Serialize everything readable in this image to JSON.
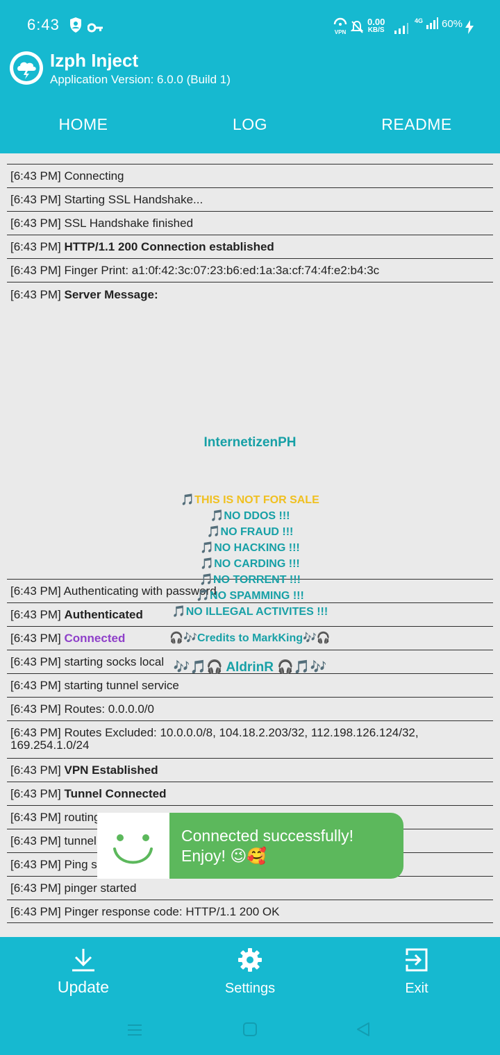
{
  "status_bar": {
    "time": "6:43",
    "vpn_label": "VPN",
    "speed_value": "0.00",
    "speed_unit": "KB/S",
    "network_label": "4G",
    "battery": "60%"
  },
  "header": {
    "title": "Izph Inject",
    "subtitle": "Application Version: 6.0.0 (Build 1)"
  },
  "tabs": [
    "HOME",
    "LOG",
    "README"
  ],
  "log_top": [
    {
      "ts": "[6:43 PM]",
      "text": "Connecting",
      "style": "normal"
    },
    {
      "ts": "[6:43 PM]",
      "text": "Starting SSL Handshake...",
      "style": "normal"
    },
    {
      "ts": "[6:43 PM]",
      "text": "SSL Handshake finished",
      "style": "normal"
    },
    {
      "ts": "[6:43 PM]",
      "text": "HTTP/1.1 200 Connection established",
      "style": "bold"
    },
    {
      "ts": "[6:43 PM]",
      "text": "Finger Print: a1:0f:42:3c:07:23:b6:ed:1a:3a:cf:74:4f:e2:b4:3c",
      "style": "normal"
    }
  ],
  "server_message": {
    "ts": "[6:43 PM]",
    "label": "Server Message:",
    "name": "InternetizenPH",
    "rules": [
      {
        "text": "THIS IS NOT FOR SALE",
        "color": "yellow"
      },
      {
        "text": "NO DDOS !!!",
        "color": "teal"
      },
      {
        "text": "NO FRAUD !!!",
        "color": "teal"
      },
      {
        "text": "NO HACKING !!!",
        "color": "teal"
      },
      {
        "text": "NO CARDING !!!",
        "color": "teal"
      },
      {
        "text": "NO TORRENT !!!",
        "color": "teal"
      },
      {
        "text": "NO SPAMMING !!!",
        "color": "teal"
      },
      {
        "text": "NO ILLEGAL ACTIVITES !!!",
        "color": "teal"
      }
    ],
    "credits": "Credits to MarkKing",
    "author": "AldrinR"
  },
  "log_bottom": [
    {
      "ts": "[6:43 PM]",
      "text": "Authenticating with password",
      "style": "normal"
    },
    {
      "ts": "[6:43 PM]",
      "text": "Authenticated",
      "style": "bold"
    },
    {
      "ts": "[6:43 PM]",
      "text": "Connected",
      "style": "purple"
    },
    {
      "ts": "[6:43 PM]",
      "text": "starting socks local",
      "style": "normal"
    },
    {
      "ts": "[6:43 PM]",
      "text": "starting tunnel service",
      "style": "normal"
    },
    {
      "ts": "[6:43 PM]",
      "text": "Routes: 0.0.0.0/0",
      "style": "normal"
    },
    {
      "ts": "[6:43 PM]",
      "text": "Routes Excluded: 10.0.0.0/8, 104.18.2.203/32, 112.198.126.124/32, 169.254.1.0/24",
      "style": "normal"
    },
    {
      "ts": "[6:43 PM]",
      "text": "VPN Established",
      "style": "bold"
    },
    {
      "ts": "[6:43 PM]",
      "text": "Tunnel Connected",
      "style": "bold"
    },
    {
      "ts": "[6:43 PM]",
      "text": "routing",
      "style": "normal"
    },
    {
      "ts": "[6:43 PM]",
      "text": "tunnel",
      "style": "normal"
    },
    {
      "ts": "[6:43 PM]",
      "text": "Ping server: clients3.google.com",
      "style": "normal"
    },
    {
      "ts": "[6:43 PM]",
      "text": "pinger started",
      "style": "normal"
    },
    {
      "ts": "[6:43 PM]",
      "text": "Pinger response code: HTTP/1.1 200 OK",
      "style": "normal"
    }
  ],
  "toast": {
    "line1": "Connected successfully!",
    "line2": "Enjoy! 😉🥰"
  },
  "bottom_bar": {
    "update": "Update",
    "settings": "Settings",
    "exit": "Exit"
  }
}
